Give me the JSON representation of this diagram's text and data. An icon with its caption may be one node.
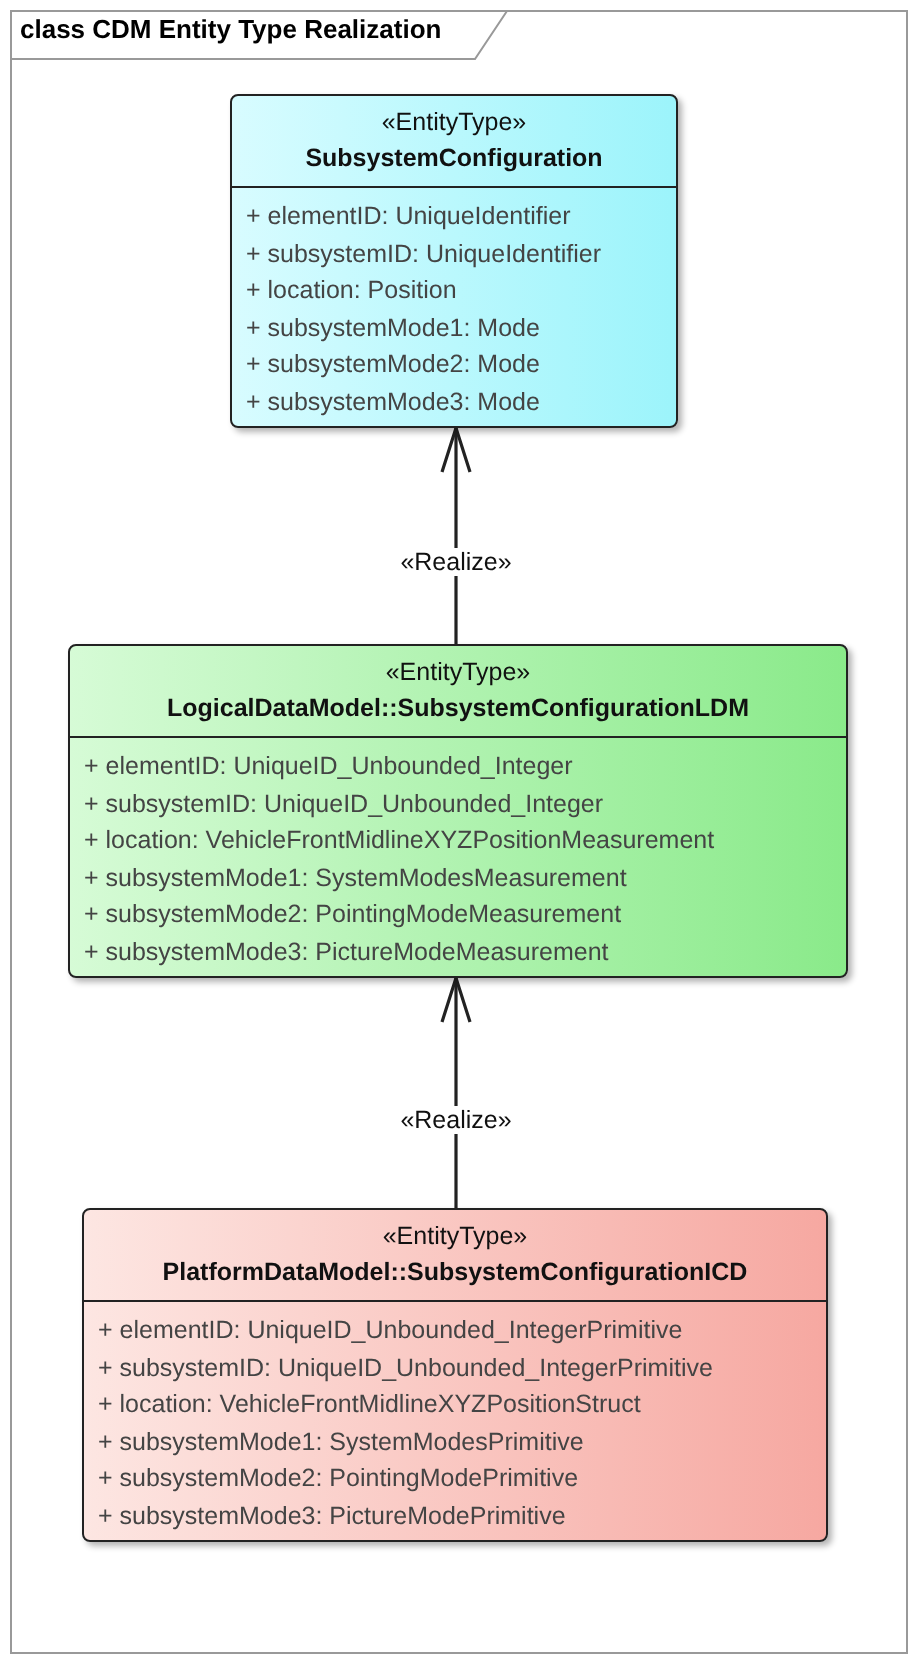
{
  "diagram": {
    "title": "class CDM Entity Type Realization",
    "nodes": [
      {
        "text": [
          "«EntityType»",
          "SubsystemConfiguration",
          "+ elementID: UniqueIdentifier",
          "+ subsystemID: UniqueIdentifier",
          "+ location: Position",
          "+ subsystemMode1: Mode",
          "+ subsystemMode2: Mode",
          "+ subsystemMode3: Mode"
        ]
      },
      {
        "text": [
          "«EntityType»",
          "LogicalDataModel::SubsystemConfigurationLDM",
          "+ elementID: UniqueID_Unbounded_Integer",
          "+ subsystemID: UniqueID_Unbounded_Integer",
          "+ location: VehicleFrontMidlineXYZPositionMeasurement",
          "+ subsystemMode1: SystemModesMeasurement",
          "+ subsystemMode2: PointingModeMeasurement",
          "+ subsystemMode3: PictureModeMeasurement"
        ]
      },
      {
        "text": [
          "«EntityType»",
          "PlatformDataModel::SubsystemConfigurationICD",
          "+ elementID: UniqueID_Unbounded_IntegerPrimitive",
          "+ subsystemID: UniqueID_Unbounded_IntegerPrimitive",
          "+ location: VehicleFrontMidlineXYZPositionStruct",
          "+ subsystemMode1: SystemModesPrimitive",
          "+ subsystemMode2: PointingModePrimitive",
          "+ subsystemMode3: PictureModePrimitive"
        ]
      }
    ],
    "edges": [
      {
        "from": 1,
        "to": 0,
        "arrow": "to",
        "label": "«Realize»"
      },
      {
        "from": 2,
        "to": 1,
        "arrow": "to",
        "label": "«Realize»"
      }
    ]
  }
}
